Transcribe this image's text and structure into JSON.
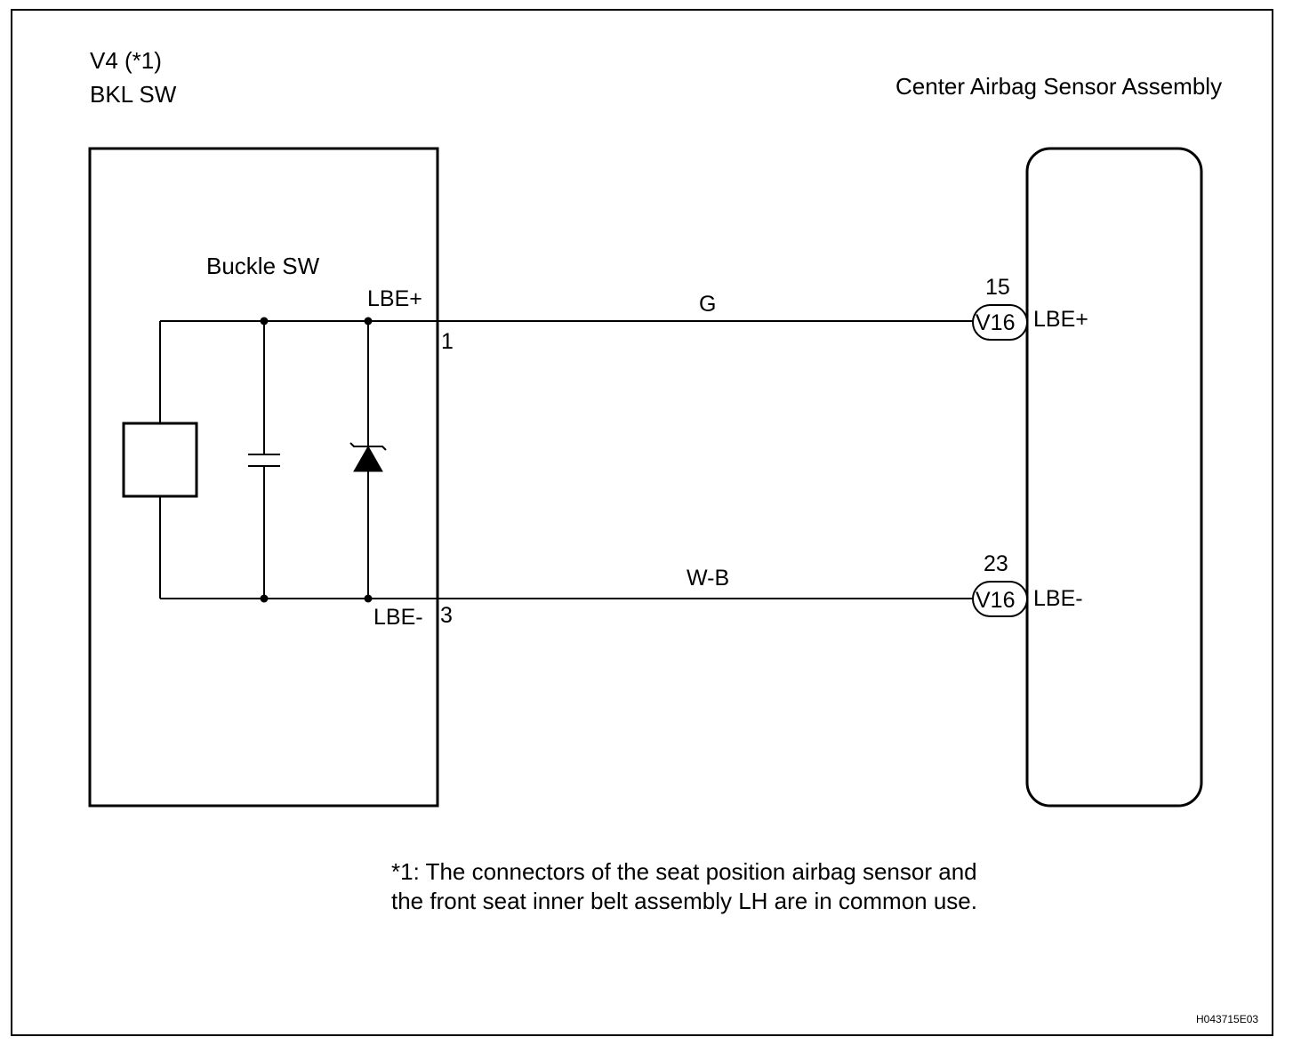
{
  "left_component": {
    "connector_code": "V4 (*1)",
    "name": "BKL SW",
    "inner_label": "Buckle SW",
    "pins": [
      {
        "number": "1",
        "label": "LBE+"
      },
      {
        "number": "3",
        "label": "LBE-"
      }
    ]
  },
  "right_component": {
    "name": "Center Airbag Sensor Assembly",
    "pins": [
      {
        "number": "15",
        "connector": "V16",
        "label": "LBE+"
      },
      {
        "number": "23",
        "connector": "V16",
        "label": "LBE-"
      }
    ]
  },
  "wires": [
    {
      "color_code": "G"
    },
    {
      "color_code": "W-B"
    }
  ],
  "footnote": {
    "line1": "*1: The connectors of the seat position airbag sensor and",
    "line2": "the front seat inner belt assembly LH are in common use."
  },
  "figure_id": "H043715E03"
}
